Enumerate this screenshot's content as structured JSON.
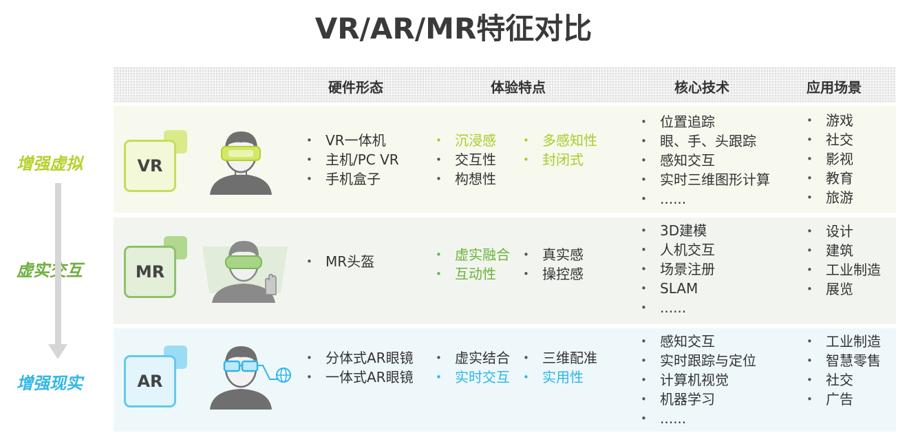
{
  "title": "VR/AR/MR特征对比",
  "columns": [
    "硬件形态",
    "体验特点",
    "核心技术",
    "应用场景"
  ],
  "side_labels": {
    "vr": "增强虚拟",
    "mr": "虚实交互",
    "ar": "增强现实"
  },
  "rows": {
    "vr": {
      "badge": "VR",
      "hardware": [
        "VR一体机",
        "主机/PC VR",
        "手机盒子"
      ],
      "experience_col1": [
        {
          "text": "沉浸感",
          "highlight": true
        },
        {
          "text": "交互性",
          "highlight": false
        },
        {
          "text": "构想性",
          "highlight": false
        }
      ],
      "experience_col2": [
        {
          "text": "多感知性",
          "highlight": true
        },
        {
          "text": "封闭式",
          "highlight": true
        }
      ],
      "tech": [
        "位置追踪",
        "眼、手、头跟踪",
        "感知交互",
        "实时三维图形计算",
        "......"
      ],
      "apps": [
        "游戏",
        "社交",
        "影视",
        "教育",
        "旅游"
      ]
    },
    "mr": {
      "badge": "MR",
      "hardware": [
        "MR头盔"
      ],
      "experience_col1": [
        {
          "text": "虚实融合",
          "highlight": true
        },
        {
          "text": "互动性",
          "highlight": true
        }
      ],
      "experience_col2": [
        {
          "text": "真实感",
          "highlight": false
        },
        {
          "text": "操控感",
          "highlight": false
        }
      ],
      "tech": [
        "3D建模",
        "人机交互",
        "场景注册",
        "SLAM",
        "......"
      ],
      "apps": [
        "设计",
        "建筑",
        "工业制造",
        "展览"
      ]
    },
    "ar": {
      "badge": "AR",
      "hardware": [
        "分体式AR眼镜",
        "一体式AR眼镜"
      ],
      "experience_col1": [
        {
          "text": "虚实结合",
          "highlight": false
        },
        {
          "text": "实时交互",
          "highlight": true
        }
      ],
      "experience_col2": [
        {
          "text": "三维配准",
          "highlight": false
        },
        {
          "text": "实用性",
          "highlight": true
        }
      ],
      "tech": [
        "感知交互",
        "实时跟踪与定位",
        "计算机视觉",
        "机器学习",
        "......"
      ],
      "apps": [
        "工业制造",
        "智慧零售",
        "社交",
        "广告"
      ]
    }
  },
  "colors": {
    "vr": "#a8cc2a",
    "mr": "#69b23c",
    "ar": "#2db6e8"
  },
  "icons": {
    "person": "person-avatar-icon",
    "headset": "vr-headset-icon",
    "glasses": "ar-glasses-icon",
    "globe": "globe-icon",
    "hand": "hand-icon"
  }
}
